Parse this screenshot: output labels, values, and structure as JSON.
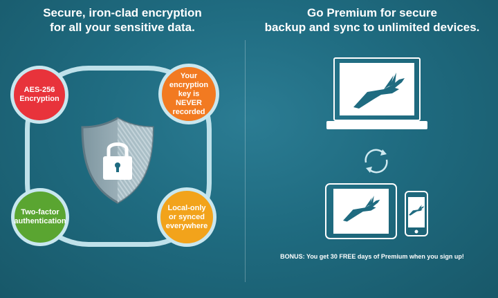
{
  "left": {
    "headline_line1": "Secure, iron-clad encryption",
    "headline_line2": "for all your sensitive data.",
    "features": {
      "aes": "AES-256 Encryption",
      "key": "Your encryption key is NEVER recorded",
      "twofactor": "Two-factor authentication",
      "local": "Local-only or synced everywhere"
    },
    "icons": [
      "shield-icon",
      "padlock-icon"
    ]
  },
  "right": {
    "headline_line1": "Go Premium for secure",
    "headline_line2": "backup and sync to unlimited devices.",
    "bonus": "BONUS: You get 30 FREE days of Premium when you sign up!",
    "icons": [
      "laptop-icon",
      "sync-icon",
      "tablet-icon",
      "phone-icon",
      "dashlane-logo-icon"
    ]
  },
  "colors": {
    "background": "#1f6b80",
    "ring": "#bfe1ea",
    "aes": "#e8333b",
    "key": "#f27a21",
    "twofactor": "#5aa531",
    "local": "#f2a31b"
  }
}
